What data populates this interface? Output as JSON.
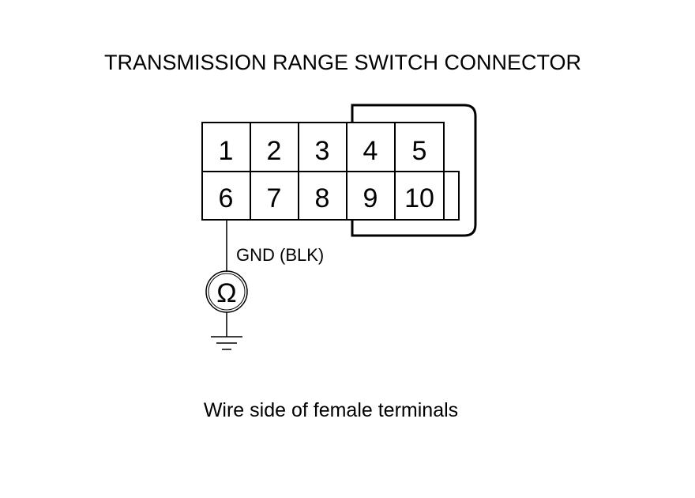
{
  "diagram": {
    "title": "TRANSMISSION RANGE SWITCH CONNECTOR",
    "caption": "Wire side of female terminals",
    "wire_label": "GND (BLK)",
    "meter_symbol": "Ω",
    "connector": {
      "top_row": [
        "1",
        "2",
        "3",
        "4",
        "5"
      ],
      "bottom_row": [
        "6",
        "7",
        "8",
        "9",
        "10"
      ]
    },
    "probe_terminal": "6"
  }
}
